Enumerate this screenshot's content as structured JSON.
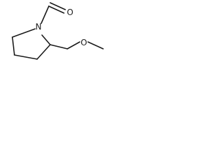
{
  "molecule": {
    "atoms": {
      "nitrogen": "N",
      "carbonyl_oxygen": "O",
      "ether_oxygen": "O"
    },
    "colors": {
      "ink": "#1a1a1a",
      "background": "#ffffff"
    }
  }
}
